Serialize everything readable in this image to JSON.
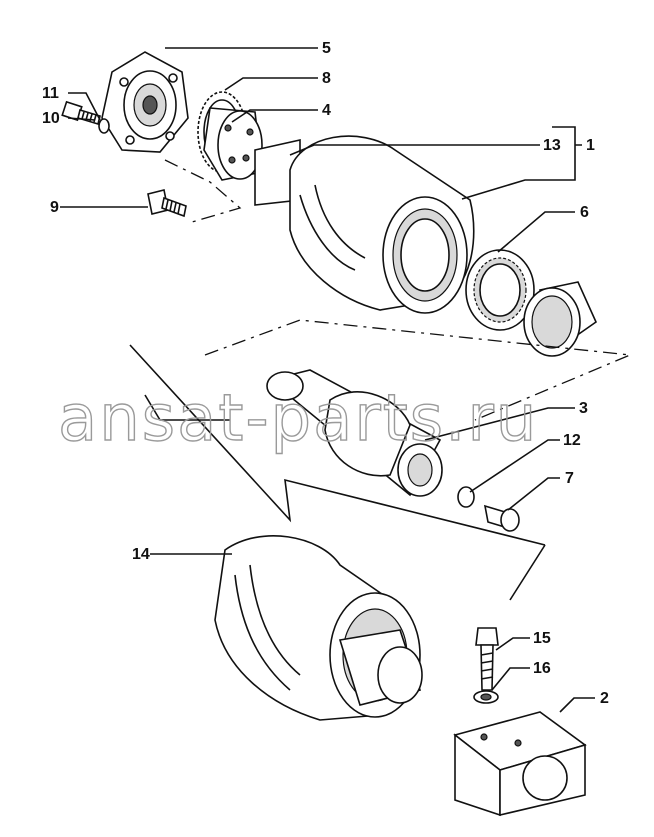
{
  "diagram": {
    "watermark": "ansat-parts.ru",
    "callouts": [
      {
        "id": "5",
        "text": "5"
      },
      {
        "id": "8",
        "text": "8"
      },
      {
        "id": "4",
        "text": "4"
      },
      {
        "id": "11",
        "text": "11"
      },
      {
        "id": "10",
        "text": "10"
      },
      {
        "id": "13",
        "text": "13"
      },
      {
        "id": "1",
        "text": "1"
      },
      {
        "id": "9",
        "text": "9"
      },
      {
        "id": "6",
        "text": "6"
      },
      {
        "id": "3",
        "text": "3"
      },
      {
        "id": "12",
        "text": "12"
      },
      {
        "id": "7",
        "text": "7"
      },
      {
        "id": "14",
        "text": "14"
      },
      {
        "id": "15",
        "text": "15"
      },
      {
        "id": "16",
        "text": "16"
      },
      {
        "id": "2",
        "text": "2"
      }
    ]
  }
}
